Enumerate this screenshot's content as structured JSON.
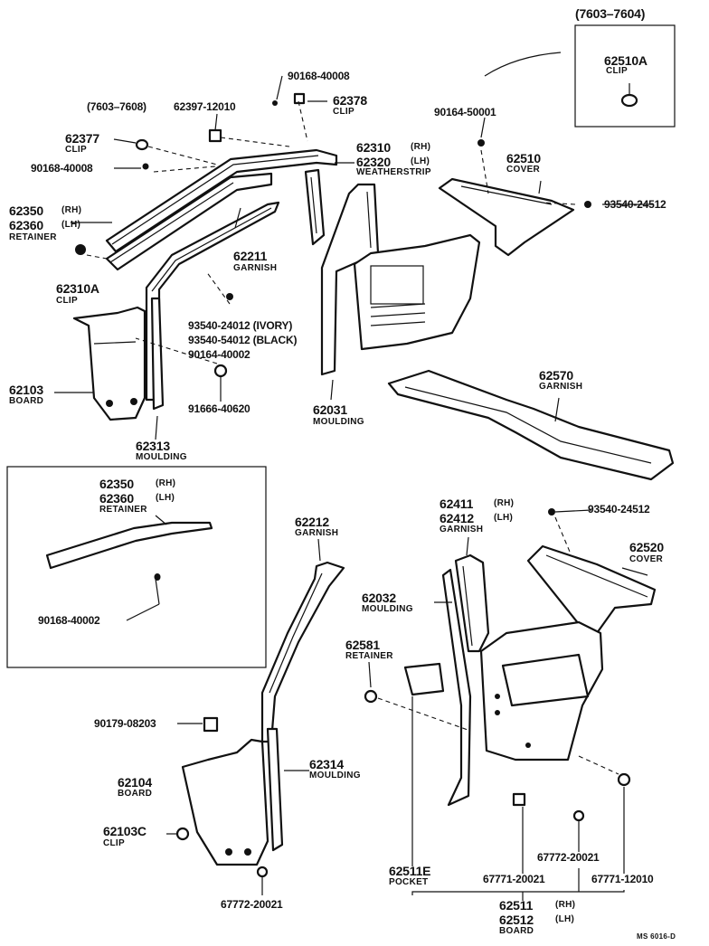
{
  "date_range_top": "(7603–7604)",
  "date_range_left": "(7603–7608)",
  "callouts": {
    "c62510A": {
      "num": "62510A",
      "name": "CLIP"
    },
    "c90168_40008_a": {
      "num": "90168-40008"
    },
    "c62397": {
      "num": "62397-12010"
    },
    "c62378": {
      "num": "62378",
      "name": "CLIP"
    },
    "c90164_50001": {
      "num": "90164-50001"
    },
    "c62377": {
      "num": "62377",
      "name": "CLIP"
    },
    "c90168_40008_b": {
      "num": "90168-40008"
    },
    "c62310": {
      "num": "62310",
      "suffix": "(RH)"
    },
    "c62320": {
      "num": "62320",
      "suffix": "(LH)",
      "name": "WEATHERSTRIP"
    },
    "c62510": {
      "num": "62510",
      "name": "COVER"
    },
    "c93540_24512_a": {
      "num": "93540-24512"
    },
    "c62350_a": {
      "num": "62350",
      "suffix": "(RH)"
    },
    "c62360_a": {
      "num": "62360",
      "suffix": "(LH)",
      "name": "RETAINER"
    },
    "c62211": {
      "num": "62211",
      "name": "GARNISH"
    },
    "c62310A": {
      "num": "62310A",
      "name": "CLIP"
    },
    "c93540_24012": {
      "num": "93540-24012 (IVORY)"
    },
    "c93540_54012": {
      "num": "93540-54012 (BLACK)"
    },
    "c90164_40002": {
      "num": "90164-40002"
    },
    "c62103": {
      "num": "62103",
      "name": "BOARD"
    },
    "c91666": {
      "num": "91666-40620"
    },
    "c62031": {
      "num": "62031",
      "name": "MOULDING"
    },
    "c62570": {
      "num": "62570",
      "name": "GARNISH"
    },
    "c62313": {
      "num": "62313",
      "name": "MOULDING"
    },
    "c62350_b": {
      "num": "62350",
      "suffix": "(RH)"
    },
    "c62360_b": {
      "num": "62360",
      "suffix": "(LH)",
      "name": "RETAINER"
    },
    "c90168_40002": {
      "num": "90168-40002"
    },
    "c62212": {
      "num": "62212",
      "name": "GARNISH"
    },
    "c62411": {
      "num": "62411",
      "suffix": "(RH)"
    },
    "c62412": {
      "num": "62412",
      "suffix": "(LH)",
      "name": "GARNISH"
    },
    "c93540_24512_b": {
      "num": "93540-24512"
    },
    "c62520": {
      "num": "62520",
      "name": "COVER"
    },
    "c62032": {
      "num": "62032",
      "name": "MOULDING"
    },
    "c62581": {
      "num": "62581",
      "name": "RETAINER"
    },
    "c90179": {
      "num": "90179-08203"
    },
    "c62314": {
      "num": "62314",
      "name": "MOULDING"
    },
    "c62104": {
      "num": "62104",
      "name": "BOARD"
    },
    "c62103C": {
      "num": "62103C",
      "name": "CLIP"
    },
    "c67772_a": {
      "num": "67772-20021"
    },
    "c67772_b": {
      "num": "67772-20021"
    },
    "c62511E": {
      "num": "62511E",
      "name": "POCKET"
    },
    "c67771_20021": {
      "num": "67771-20021"
    },
    "c67771_12010": {
      "num": "67771-12010"
    },
    "c62511": {
      "num": "62511",
      "suffix": "(RH)"
    },
    "c62512": {
      "num": "62512",
      "suffix": "(LH)",
      "name": "BOARD"
    }
  },
  "footer_code": "MS 6016-D"
}
